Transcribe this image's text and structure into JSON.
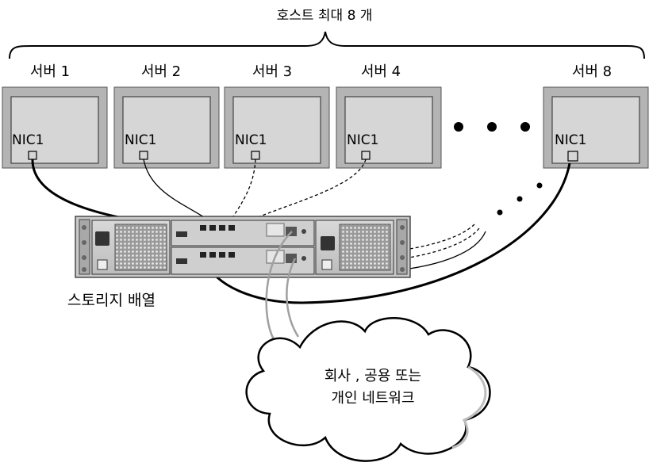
{
  "diagram": {
    "hosts_label": "호스트 최대 8 개",
    "servers": [
      {
        "label": "서버 1",
        "nic": "NIC1"
      },
      {
        "label": "서버 2",
        "nic": "NIC1"
      },
      {
        "label": "서버 3",
        "nic": "NIC1"
      },
      {
        "label": "서버 4",
        "nic": "NIC1"
      },
      {
        "label": "서버 8",
        "nic": "NIC1"
      }
    ],
    "storage_label": "스토리지 배열",
    "network_label_line1": "회사 , 공용 또는",
    "network_label_line2": "개인 네트워크"
  }
}
